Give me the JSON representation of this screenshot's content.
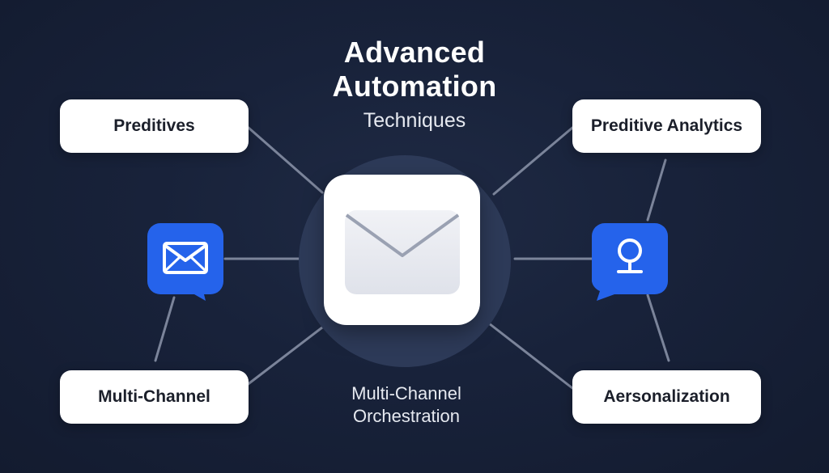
{
  "title": {
    "line1": "Advanced",
    "line2": "Automation",
    "subtitle": "Techniques"
  },
  "nodes": {
    "top_left": "Preditives",
    "top_right": "Preditive Analytics",
    "bottom_left": "Multi-Channel",
    "bottom_right": "Aersonalization"
  },
  "bottom_label": {
    "line1": "Multi-Channel",
    "line2": "Orchestration"
  },
  "icons": {
    "hub": "envelope-icon",
    "left_badge": "email-chat-icon",
    "right_badge": "location-pin-chat-icon"
  },
  "colors": {
    "background": "#18223a",
    "hub_circle": "#2d3a58",
    "accent_blue": "#2563eb",
    "connector": "#7b849a",
    "card": "#ffffff"
  }
}
